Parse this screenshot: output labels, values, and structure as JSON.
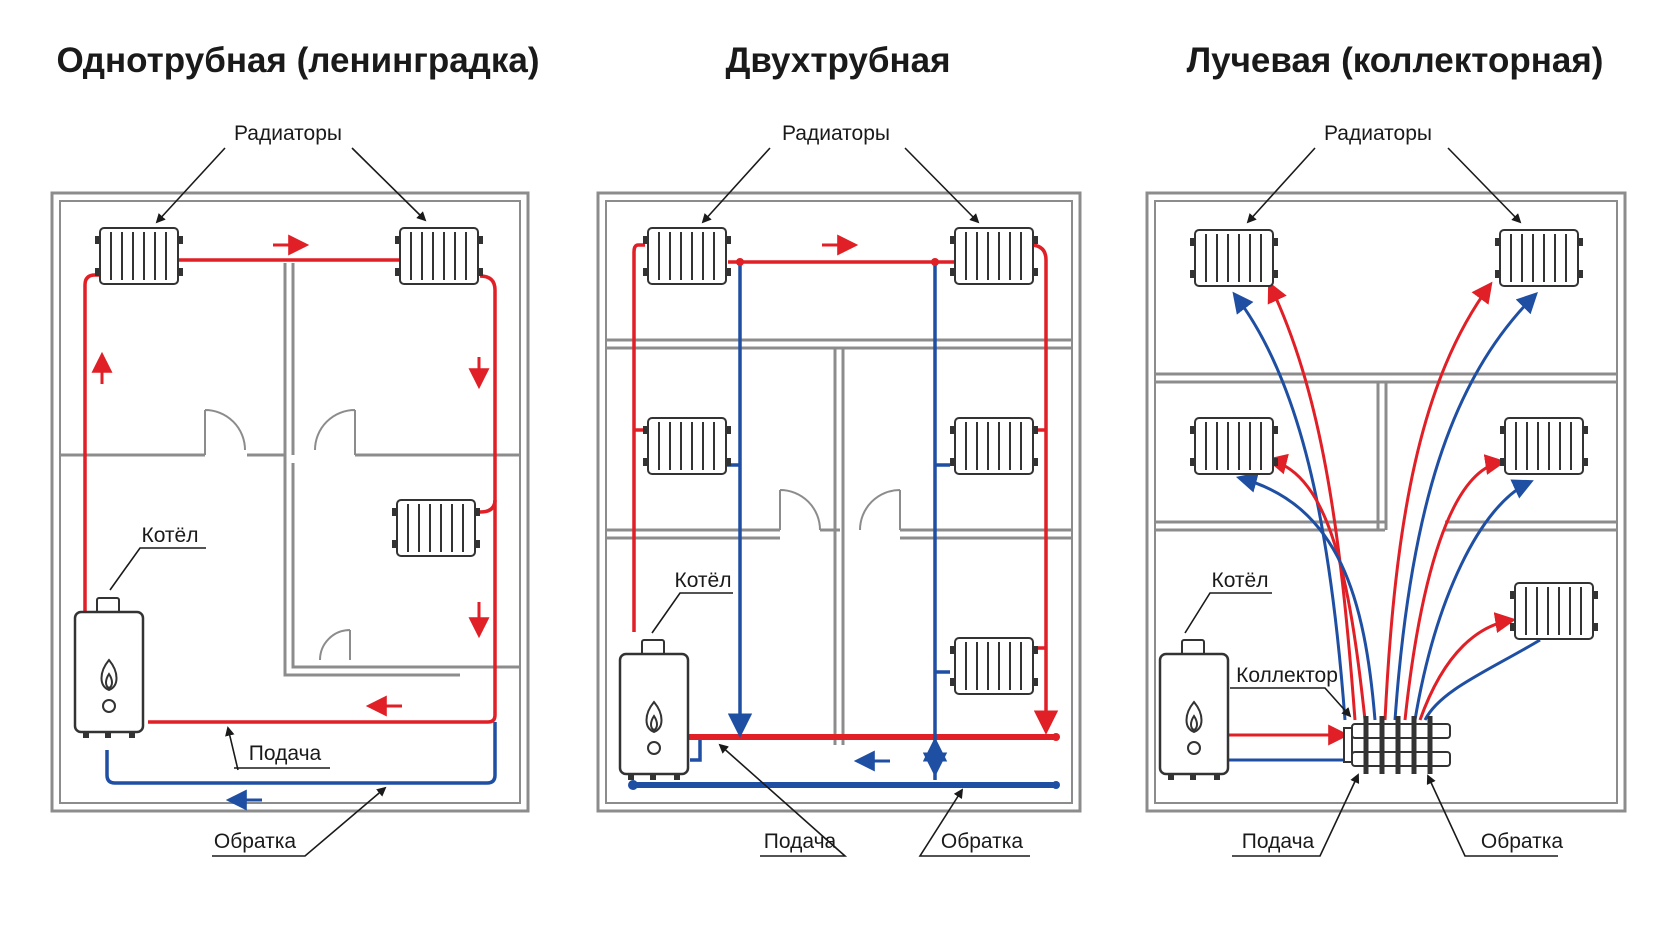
{
  "colors": {
    "supply": "#e01f26",
    "return": "#1f4fa3",
    "wall": "#8c8c8c",
    "ink": "#1a1a1a"
  },
  "panels": [
    {
      "title": "Однотрубная (ленинградка)",
      "labels": {
        "radiators": "Радиаторы",
        "boiler": "Котёл",
        "supply": "Подача",
        "return": "Обратка"
      }
    },
    {
      "title": "Двухтрубная",
      "labels": {
        "radiators": "Радиаторы",
        "boiler": "Котёл",
        "supply": "Подача",
        "return": "Обратка"
      }
    },
    {
      "title": "Лучевая (коллекторная)",
      "labels": {
        "radiators": "Радиаторы",
        "boiler": "Котёл",
        "collector": "Коллектор",
        "supply": "Подача",
        "return": "Обратка"
      }
    }
  ],
  "icons": [
    "radiator-icon",
    "boiler-icon",
    "flame-icon",
    "collector-icon",
    "arrow-icon"
  ]
}
